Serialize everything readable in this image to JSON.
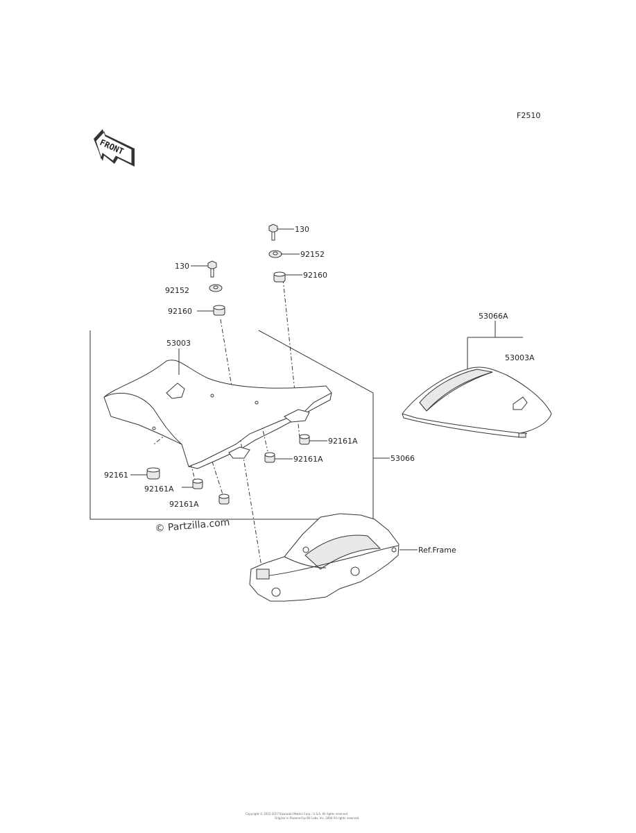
{
  "figure_code": "F2510",
  "front_arrow": {
    "text": "FRONT",
    "icon": "front-arrow-icon"
  },
  "watermark": "© Partzilla.com",
  "copyright_line1": "Copyright © 2012-2017 Kawasaki Motors Corp., U.S.A. All rights reserved.",
  "copyright_line2": "Original in Powered by Bit Labs, Inc. 2004 All rights reserved.",
  "parts": {
    "bolt_right": "130",
    "washer_right": "92152",
    "damper_right": "92160",
    "bolt_left": "130",
    "washer_left": "92152",
    "damper_left": "92160",
    "seat_front": "53003",
    "seat_rear_assy": "53066A",
    "seat_rear": "53003A",
    "damper_1": "92161A",
    "damper_2": "92161A",
    "seat_assy": "53066",
    "damper_big": "92161",
    "damper_3": "92161A",
    "damper_4": "92161A",
    "ref_frame": "Ref.Frame"
  }
}
